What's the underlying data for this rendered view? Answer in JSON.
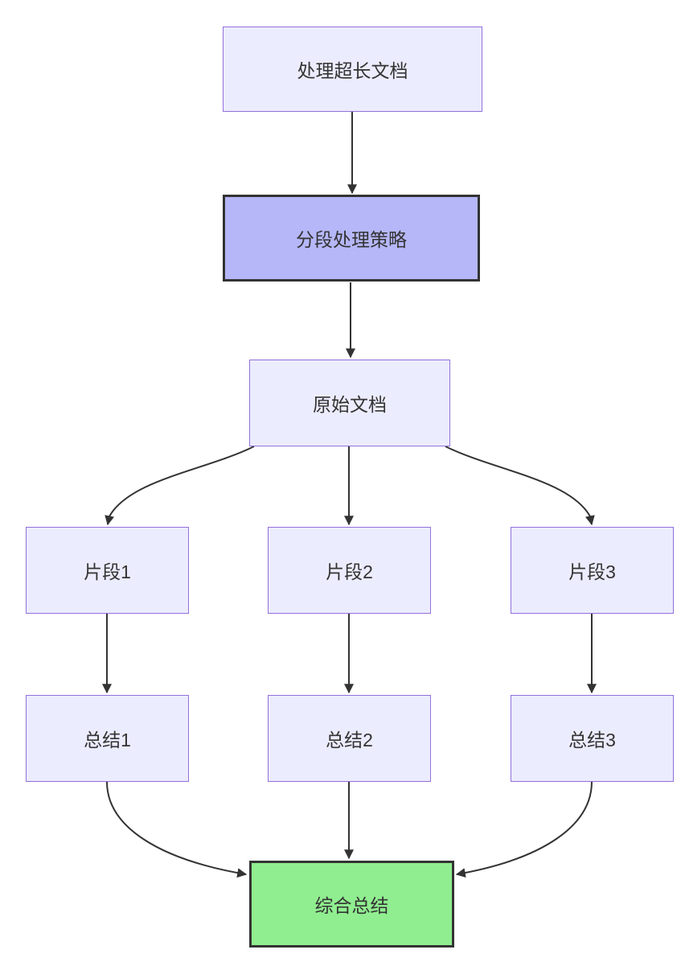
{
  "diagram": {
    "type": "flowchart-top-down",
    "nodes": {
      "start": {
        "label": "处理超长文档",
        "style": "default"
      },
      "strategy": {
        "label": "分段处理策略",
        "style": "emphasis"
      },
      "source": {
        "label": "原始文档",
        "style": "default"
      },
      "seg1": {
        "label": "片段1",
        "style": "default"
      },
      "seg2": {
        "label": "片段2",
        "style": "default"
      },
      "seg3": {
        "label": "片段3",
        "style": "default"
      },
      "sum1": {
        "label": "总结1",
        "style": "default"
      },
      "sum2": {
        "label": "总结2",
        "style": "default"
      },
      "sum3": {
        "label": "总结3",
        "style": "default"
      },
      "final": {
        "label": "综合总结",
        "style": "success"
      }
    },
    "edges": [
      {
        "from": "start",
        "to": "strategy"
      },
      {
        "from": "strategy",
        "to": "source"
      },
      {
        "from": "source",
        "to": "seg1"
      },
      {
        "from": "source",
        "to": "seg2"
      },
      {
        "from": "source",
        "to": "seg3"
      },
      {
        "from": "seg1",
        "to": "sum1"
      },
      {
        "from": "seg2",
        "to": "sum2"
      },
      {
        "from": "seg3",
        "to": "sum3"
      },
      {
        "from": "sum1",
        "to": "final"
      },
      {
        "from": "sum2",
        "to": "final"
      },
      {
        "from": "sum3",
        "to": "final"
      }
    ],
    "colors": {
      "background": "#ffffff",
      "node_fill": "#ECECFF",
      "node_border": "#9370DB",
      "emphasis_fill": "#B6B7F8",
      "emphasis_border": "#333333",
      "success_fill": "#90EE90",
      "success_border": "#333333",
      "edge": "#333333",
      "text": "#333333"
    }
  }
}
